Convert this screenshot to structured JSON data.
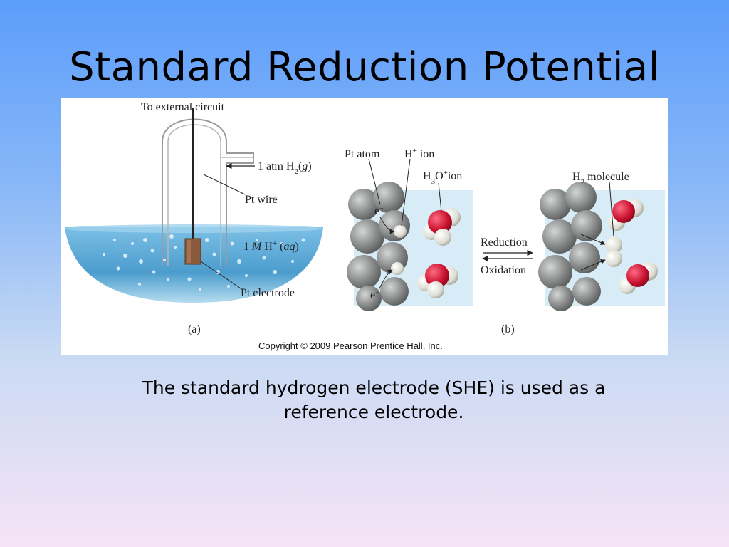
{
  "slide": {
    "title": "Standard Reduction Potential",
    "caption_line1": "The standard hydrogen electrode (SHE) is used as a",
    "caption_line2": "reference electrode."
  },
  "figure": {
    "panel_a": {
      "to_external_circuit": "To external circuit",
      "h2_gas_prefix": "1 atm H",
      "h2_gas_sub": "2",
      "h2_gas_state": "g",
      "pt_wire": "Pt wire",
      "solution_conc": "1 ",
      "solution_M": "M",
      "solution_ion": " H",
      "solution_charge": "+",
      "solution_state": "aq",
      "pt_electrode": "Pt electrode",
      "panel_label": "(a)"
    },
    "panel_b": {
      "pt_atom": "Pt atom",
      "h_ion": "H",
      "h_ion_charge": "+",
      "h_ion_word": " ion",
      "h3o_H": "H",
      "h3o_sub": "3",
      "h3o_O": "O",
      "h3o_charge": "+",
      "h3o_word": "ion",
      "electron": "e",
      "electron_charge": "−",
      "reduction": "Reduction",
      "oxidation": "Oxidation",
      "h2_mol_H": "H",
      "h2_mol_sub": "2",
      "h2_mol_word": " molecule",
      "panel_label": "(b)"
    },
    "copyright": "Copyright © 2009 Pearson Prentice Hall, Inc.",
    "colors": {
      "solution": "#5fa8d6",
      "pt_atom": "#8d8f8f",
      "oxygen": "#d0193a",
      "hydrogen": "#e8e8e0",
      "electrode": "#8b5a3c",
      "panel_bg": "#d8ecf8"
    }
  }
}
